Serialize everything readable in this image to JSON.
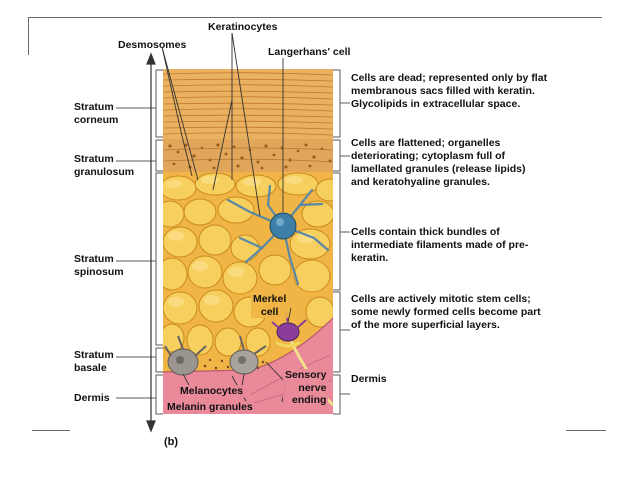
{
  "figure": {
    "panel_label": "(b)",
    "top_labels": {
      "keratinocytes": "Keratinocytes",
      "desmosomes": "Desmosomes",
      "langerhans": "Langerhans' cell"
    },
    "layers": {
      "corneum": "Stratum\ncorneum",
      "granulosum": "Stratum\ngranulosum",
      "spinosum": "Stratum\nspinosum",
      "basale": "Stratum\nbasale",
      "dermis": "Dermis"
    },
    "inner_labels": {
      "merkel": "Merkel\ncell",
      "melanocytes": "Melanocytes",
      "melanin": "Melanin granules",
      "sensory": "Sensory\nnerve\nending"
    },
    "descriptions": {
      "corneum": "Cells are dead; represented only by flat\nmembranous sacs filled with keratin.\nGlycolipids in extracellular space.",
      "granulosum": "Cells are flattened; organelles\ndeteriorating; cytoplasm full of\nlamellated granules (release lipids)\nand keratohyaline granules.",
      "spinosum": "Cells contain thick bundles of\nintermediate filaments made of pre-\nkeratin.",
      "basale": "Cells are actively mitotic stem cells;\nsome newly formed cells become part\nof the more superficial layers.",
      "dermis": "Dermis"
    },
    "colors": {
      "corneum": "#e9b160",
      "granular": "#d99a48",
      "cell_fill": "#f2c24a",
      "cell_edge": "#c98a1c",
      "dermis": "#e9899a",
      "langerhans": "#3d7fa6",
      "merkel": "#8a3d9a",
      "melanocyte": "#9b9590"
    }
  }
}
